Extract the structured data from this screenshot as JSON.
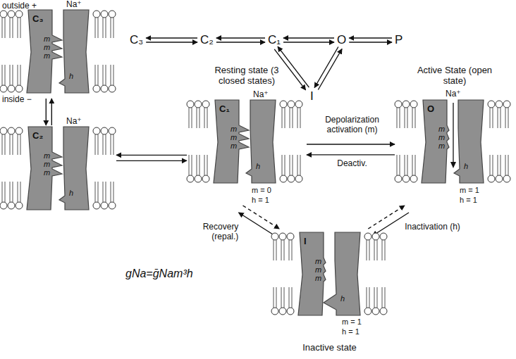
{
  "diagram": {
    "nodes": [
      {
        "text": [
          "C₃"
        ]
      },
      {
        "text": [
          "C₂"
        ]
      },
      {
        "text": [
          "C₁"
        ]
      },
      {
        "text": [
          "O"
        ]
      },
      {
        "text": [
          "P"
        ]
      },
      {
        "text": [
          "I"
        ]
      },
      {
        "text": [
          "Na⁺",
          "C₃",
          "m",
          "m",
          "m",
          "h"
        ]
      },
      {
        "text": [
          "Na⁺",
          "C₂",
          "m",
          "m",
          "m",
          "h"
        ]
      },
      {
        "text": [
          "Resting state (3 closed states)",
          "Na⁺",
          "C₁",
          "m",
          "m",
          "m",
          "h",
          "m = 0",
          "h = 1"
        ]
      },
      {
        "text": [
          "Active State (open state)",
          "Na⁺",
          "O",
          "m",
          "m",
          "m",
          "h",
          "m = 1",
          "h = 1"
        ]
      },
      {
        "text": [
          "I",
          "m",
          "m",
          "m",
          "h",
          "m = 1",
          "h = 1",
          "Inactive state"
        ]
      }
    ],
    "edges": [
      {
        "from": 0,
        "to": 1,
        "arrow": "both"
      },
      {
        "from": 1,
        "to": 2,
        "arrow": "both"
      },
      {
        "from": 2,
        "to": 3,
        "arrow": "both"
      },
      {
        "from": 3,
        "to": 4,
        "arrow": "both"
      },
      {
        "from": 5,
        "to": 2,
        "arrow": "both"
      },
      {
        "from": 5,
        "to": 3,
        "arrow": "both"
      },
      {
        "from": 6,
        "to": 7,
        "arrow": "both"
      },
      {
        "from": 7,
        "to": 8,
        "arrow": "both"
      },
      {
        "from": 8,
        "to": 9,
        "arrow": "to",
        "label": "Depolarization activation (m)"
      },
      {
        "from": 9,
        "to": 8,
        "arrow": "to",
        "label": "Deactiv."
      },
      {
        "from": 9,
        "to": 10,
        "arrow": "to",
        "label": "Inactivation (h)"
      },
      {
        "from": 10,
        "to": 9,
        "arrow": "to"
      },
      {
        "from": 10,
        "to": 8,
        "arrow": "to",
        "label": "Recovery (repal.)"
      },
      {
        "from": 8,
        "to": 10,
        "arrow": "to"
      }
    ],
    "labels": [
      "outside +",
      "inside −",
      "gNa=ḡNam³h"
    ]
  }
}
